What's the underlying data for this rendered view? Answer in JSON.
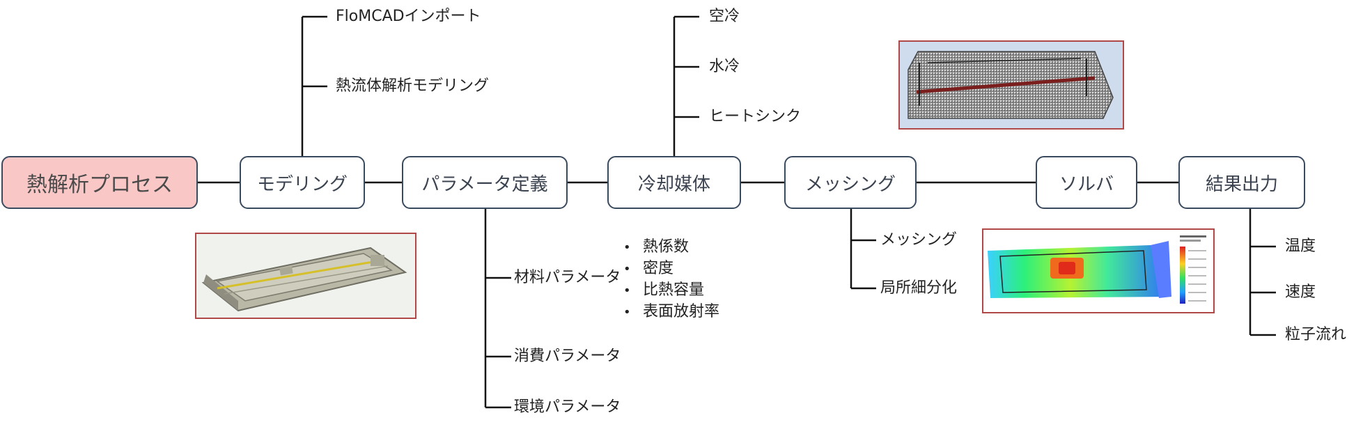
{
  "nodes": {
    "root": "熱解析プロセス",
    "modeling": "モデリング",
    "params": "パラメータ定義",
    "cooling": "冷却媒体",
    "meshing": "メッシング",
    "solver": "ソルバ",
    "results": "結果出力"
  },
  "modeling_children": [
    "FloMCADインポート",
    "熱流体解析モデリング"
  ],
  "cooling_children": [
    "空冷",
    "水冷",
    "ヒートシンク"
  ],
  "params_children": [
    "材料パラメータ",
    "消費パラメータ",
    "環境パラメータ"
  ],
  "material_props": [
    "熱係数",
    "密度",
    "比熱容量",
    "表面放射率"
  ],
  "meshing_children": [
    "メッシング",
    "局所細分化"
  ],
  "results_children": [
    "温度",
    "速度",
    "粒子流れ"
  ],
  "colors": {
    "root_fill": "#f9c7c6",
    "node_border": "#3a4a5e",
    "line": "#111111",
    "thumb_border": "#b04848"
  }
}
